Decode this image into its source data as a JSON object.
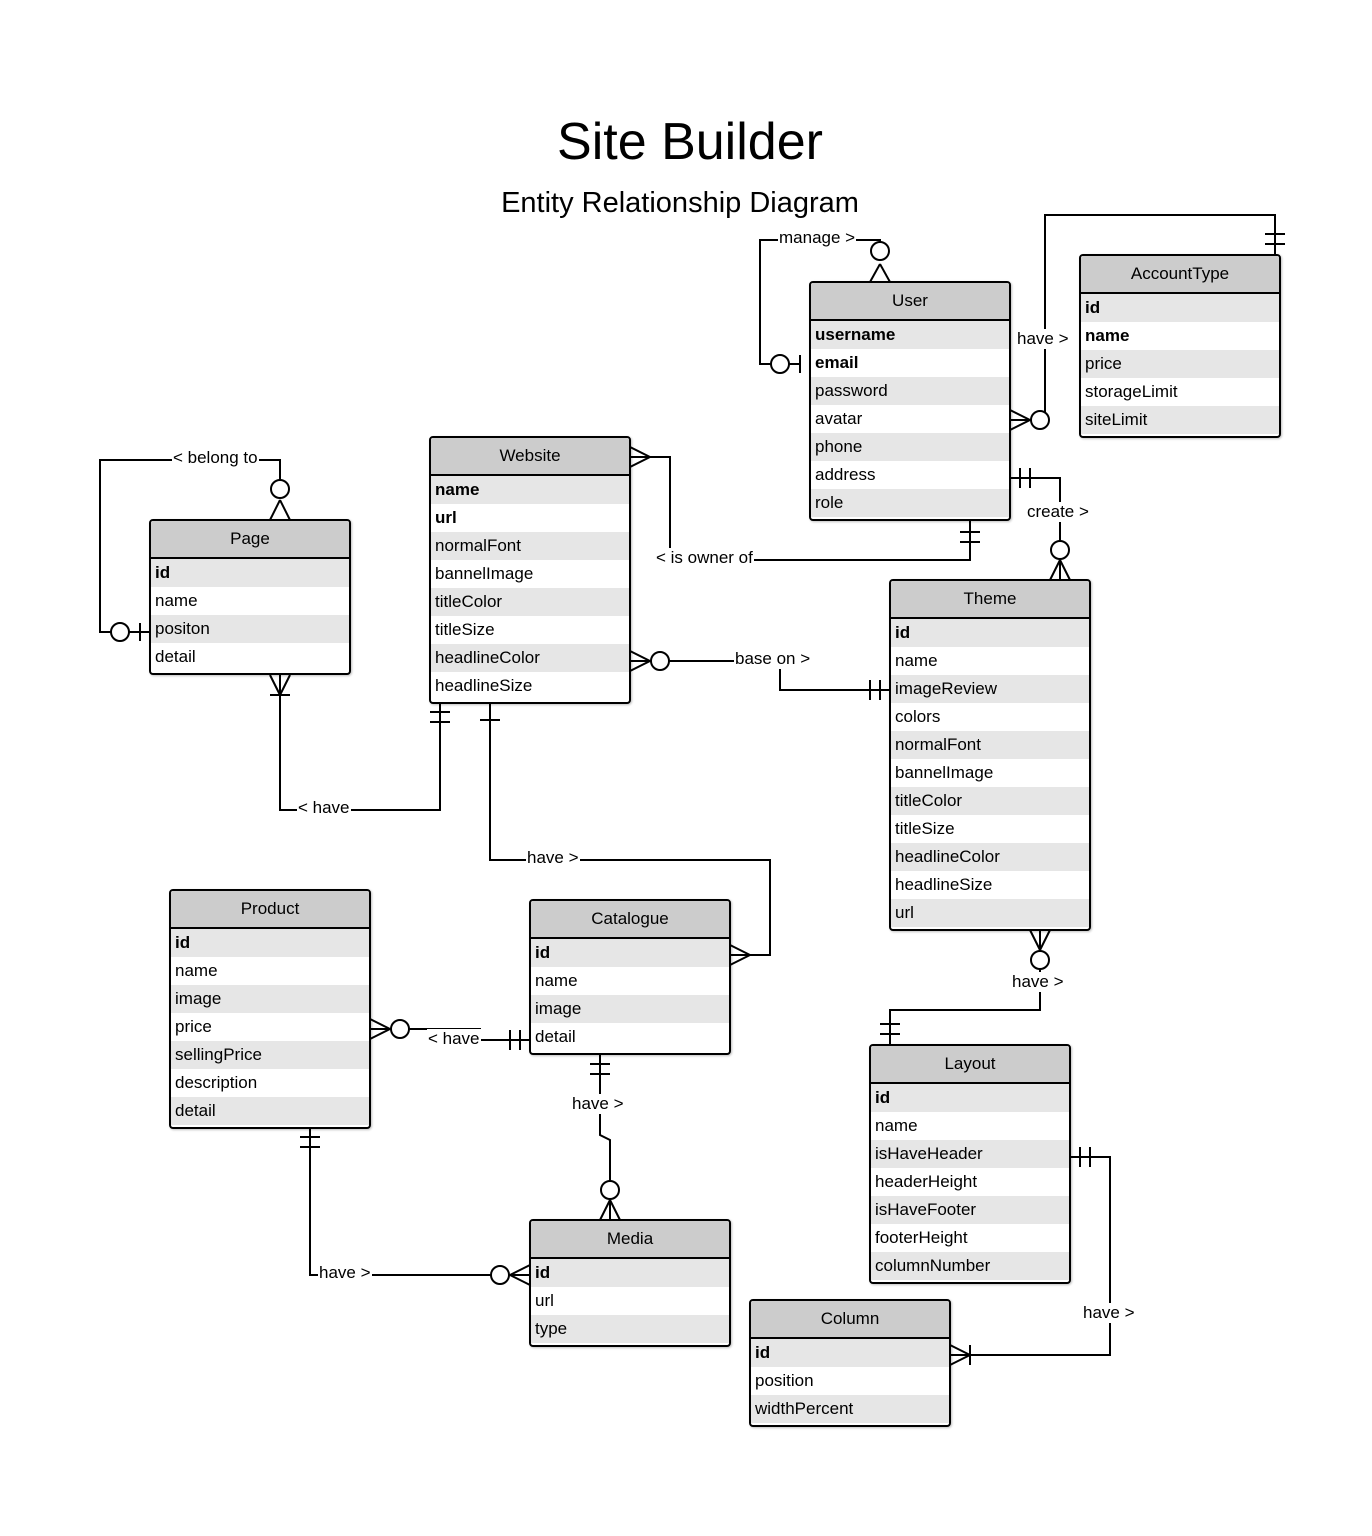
{
  "title": "Site Builder",
  "subtitle": "Entity Relationship Diagram",
  "entities": {
    "user": {
      "name": "User",
      "attributes": [
        {
          "name": "username",
          "key": true
        },
        {
          "name": "email",
          "key": true
        },
        {
          "name": "password",
          "key": false
        },
        {
          "name": "avatar",
          "key": false
        },
        {
          "name": "phone",
          "key": false
        },
        {
          "name": "address",
          "key": false
        },
        {
          "name": "role",
          "key": false
        }
      ]
    },
    "accounttype": {
      "name": "AccountType",
      "attributes": [
        {
          "name": "id",
          "key": true
        },
        {
          "name": "name",
          "key": true
        },
        {
          "name": "price",
          "key": false
        },
        {
          "name": "storageLimit",
          "key": false
        },
        {
          "name": "siteLimit",
          "key": false
        }
      ]
    },
    "website": {
      "name": "Website",
      "attributes": [
        {
          "name": "name",
          "key": true
        },
        {
          "name": "url",
          "key": true
        },
        {
          "name": "normalFont",
          "key": false
        },
        {
          "name": "bannelImage",
          "key": false
        },
        {
          "name": "titleColor",
          "key": false
        },
        {
          "name": "titleSize",
          "key": false
        },
        {
          "name": "headlineColor",
          "key": false
        },
        {
          "name": "headlineSize",
          "key": false
        }
      ]
    },
    "page": {
      "name": "Page",
      "attributes": [
        {
          "name": "id",
          "key": true
        },
        {
          "name": "name",
          "key": false
        },
        {
          "name": "positon",
          "key": false
        },
        {
          "name": "detail",
          "key": false
        }
      ]
    },
    "theme": {
      "name": "Theme",
      "attributes": [
        {
          "name": "id",
          "key": true
        },
        {
          "name": "name",
          "key": false
        },
        {
          "name": "imageReview",
          "key": false
        },
        {
          "name": "colors",
          "key": false
        },
        {
          "name": "normalFont",
          "key": false
        },
        {
          "name": "bannelImage",
          "key": false
        },
        {
          "name": "titleColor",
          "key": false
        },
        {
          "name": "titleSize",
          "key": false
        },
        {
          "name": "headlineColor",
          "key": false
        },
        {
          "name": "headlineSize",
          "key": false
        },
        {
          "name": "url",
          "key": false
        }
      ]
    },
    "product": {
      "name": "Product",
      "attributes": [
        {
          "name": "id",
          "key": true
        },
        {
          "name": "name",
          "key": false
        },
        {
          "name": "image",
          "key": false
        },
        {
          "name": "price",
          "key": false
        },
        {
          "name": "sellingPrice",
          "key": false
        },
        {
          "name": "description",
          "key": false
        },
        {
          "name": "detail",
          "key": false
        }
      ]
    },
    "catalogue": {
      "name": "Catalogue",
      "attributes": [
        {
          "name": "id",
          "key": true
        },
        {
          "name": "name",
          "key": false
        },
        {
          "name": "image",
          "key": false
        },
        {
          "name": "detail",
          "key": false
        }
      ]
    },
    "layout": {
      "name": "Layout",
      "attributes": [
        {
          "name": "id",
          "key": true
        },
        {
          "name": "name",
          "key": false
        },
        {
          "name": "isHaveHeader",
          "key": false
        },
        {
          "name": "headerHeight",
          "key": false
        },
        {
          "name": "isHaveFooter",
          "key": false
        },
        {
          "name": "footerHeight",
          "key": false
        },
        {
          "name": "columnNumber",
          "key": false
        }
      ]
    },
    "media": {
      "name": "Media",
      "attributes": [
        {
          "name": "id",
          "key": true
        },
        {
          "name": "url",
          "key": false
        },
        {
          "name": "type",
          "key": false
        }
      ]
    },
    "column": {
      "name": "Column",
      "attributes": [
        {
          "name": "id",
          "key": true
        },
        {
          "name": "position",
          "key": false
        },
        {
          "name": "widthPercent",
          "key": false
        }
      ]
    }
  },
  "relationships": {
    "user_manage": "manage >",
    "user_accounttype": "have >",
    "page_belong": "< belong to",
    "website_user": "< is owner of",
    "user_theme": "create >",
    "website_theme": "base on >",
    "website_page": "< have",
    "website_catalogue": "have >",
    "theme_layout": "have >",
    "catalogue_product": "< have",
    "catalogue_media": "have >",
    "product_media": "have >",
    "layout_column": "have >"
  }
}
